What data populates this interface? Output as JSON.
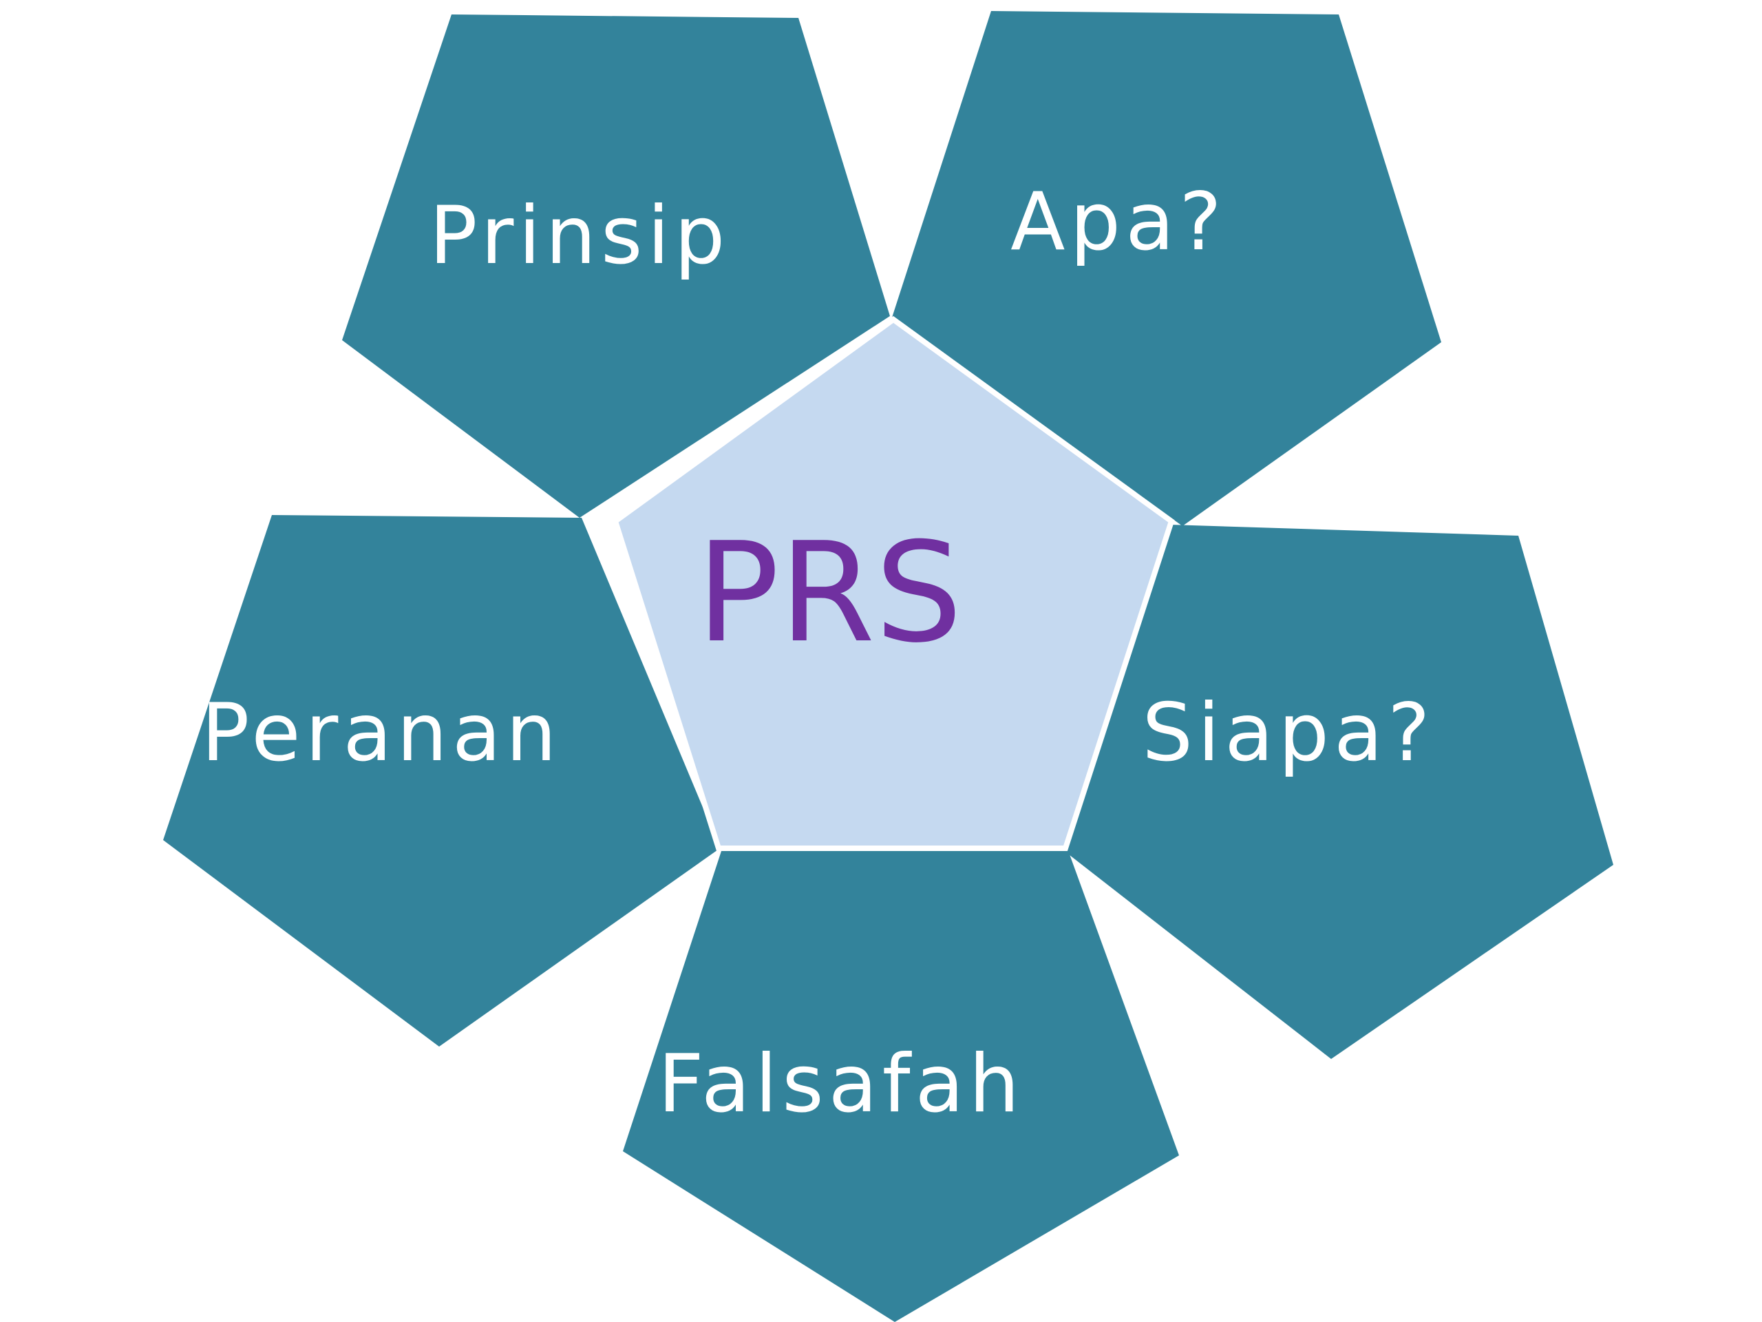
{
  "diagram": {
    "center": {
      "label": "PRS"
    },
    "petals": [
      {
        "label": "Prinsip"
      },
      {
        "label": "Apa?"
      },
      {
        "label": "Siapa?"
      },
      {
        "label": "Falsafah"
      },
      {
        "label": "Peranan"
      }
    ]
  },
  "colors": {
    "background": "#ffffff",
    "petal_fill": "#33839b",
    "petal_text": "#ffffff",
    "center_fill": "#c5d9f0",
    "center_text": "#7030a0"
  }
}
